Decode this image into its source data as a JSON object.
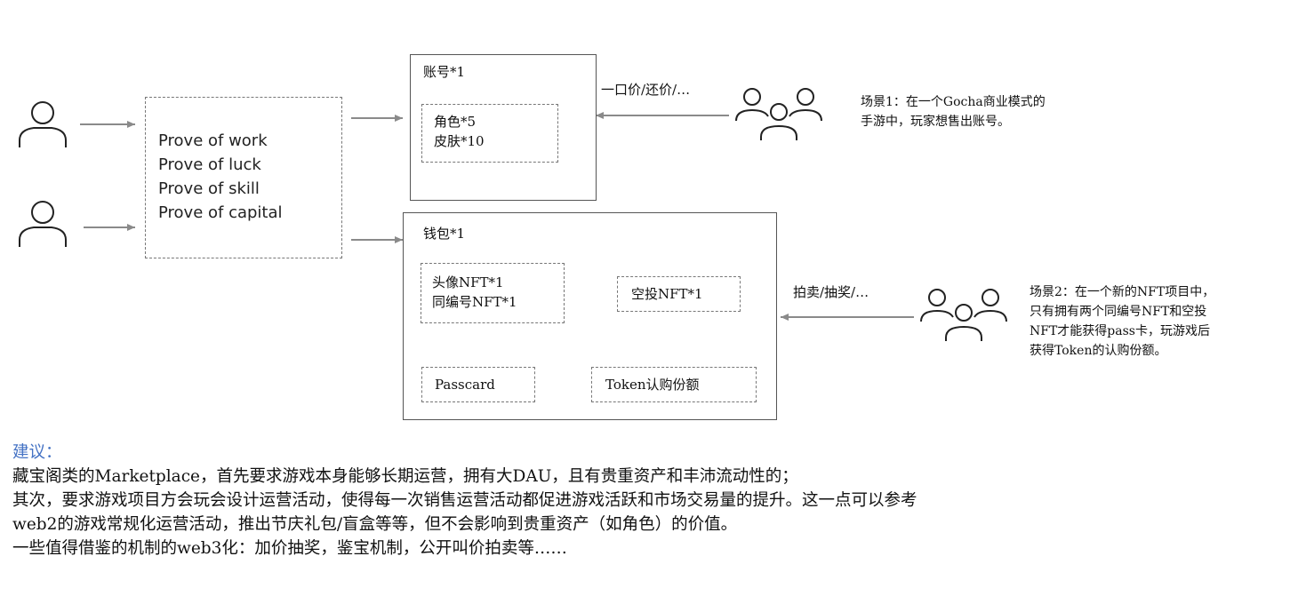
{
  "proof_box": {
    "items": [
      "Prove of work",
      "Prove of luck",
      "Prove of skill",
      "Prove of capital"
    ]
  },
  "account_box": {
    "title": "账号*1",
    "inner": [
      "角色*5",
      "皮肤*10"
    ]
  },
  "wallet_box": {
    "title": "钱包*1",
    "nft_pair": [
      "头像NFT*1",
      "同编号NFT*1"
    ],
    "airdrop": "空投NFT*1",
    "passcard": "Passcard",
    "token": "Token认购份额"
  },
  "scenario1": {
    "action": "一口价/还价/…",
    "text": [
      "场景1：在一个Gocha商业模式的",
      "手游中，玩家想售出账号。"
    ]
  },
  "scenario2": {
    "action": "拍卖/抽奖/…",
    "text": [
      "场景2：在一个新的NFT项目中，",
      "只有拥有两个同编号NFT和空投",
      "NFT才能获得pass卡，玩游戏后",
      "获得Token的认购份额。"
    ]
  },
  "suggestion": {
    "title": "建议：",
    "lines": [
      "藏宝阁类的Marketplace，首先要求游戏本身能够长期运营，拥有大DAU，且有贵重资产和丰沛流动性的；",
      "其次，要求游戏项目方会玩会设计运营活动，使得每一次销售运营活动都促进游戏活跃和市场交易量的提升。这一点可以参考",
      "web2的游戏常规化运营活动，推出节庆礼包/盲盒等等，但不会影响到贵重资产（如角色）的价值。",
      "一些值得借鉴的机制的web3化：加价抽奖，鉴宝机制，公开叫价拍卖等……"
    ]
  },
  "colors": {
    "accent": "#4472c4",
    "arrow": "#888888",
    "border": "#555555"
  }
}
